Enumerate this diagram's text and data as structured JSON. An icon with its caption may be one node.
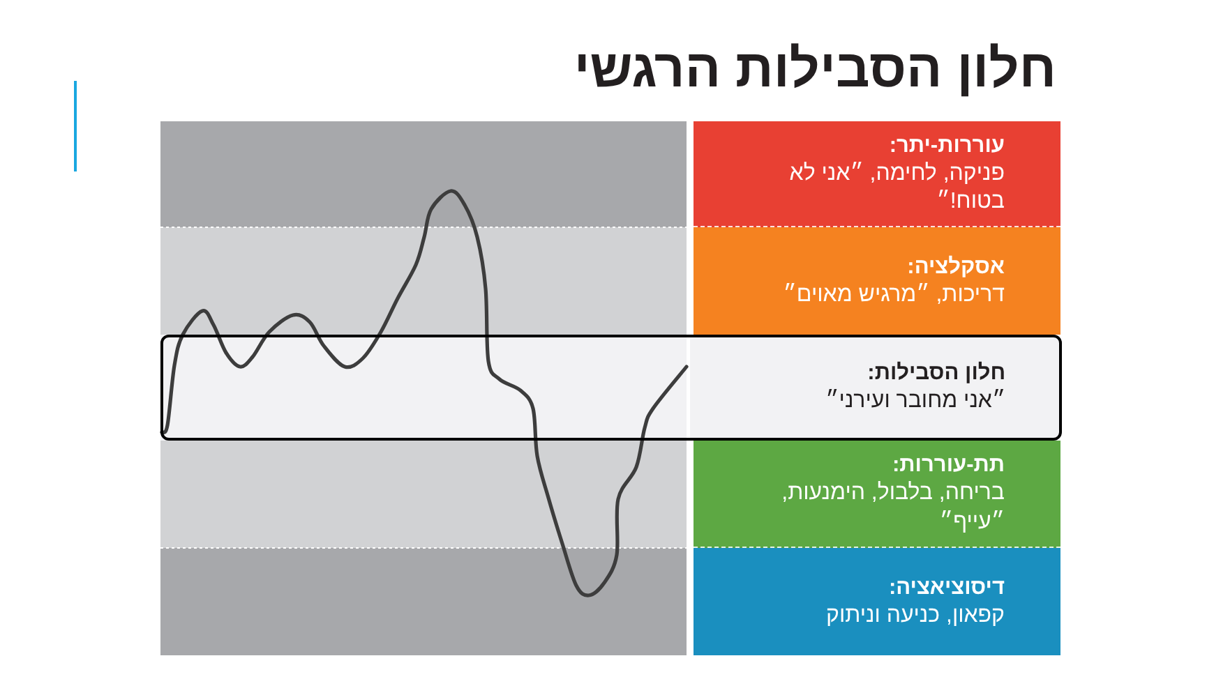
{
  "diagram": {
    "title": "חלון הסבילות הרגשי",
    "nodes": [
      {
        "text": [
          "עוררות-יתר:",
          "פניקה, לחימה, ״אני לא בטוח!״"
        ]
      },
      {
        "text": [
          "אסקלציה:",
          "דריכות, ״מרגיש מאוים״"
        ]
      },
      {
        "text": [
          "חלון הסבילות:",
          "״אני מחובר ועירני״"
        ]
      },
      {
        "text": [
          "תת-עוררות:",
          "בריחה, בלבול, הימנעות, ״עייף״"
        ]
      },
      {
        "text": [
          "דיסוציאציה:",
          "קפאון, כניעה וניתוק"
        ]
      }
    ]
  }
}
